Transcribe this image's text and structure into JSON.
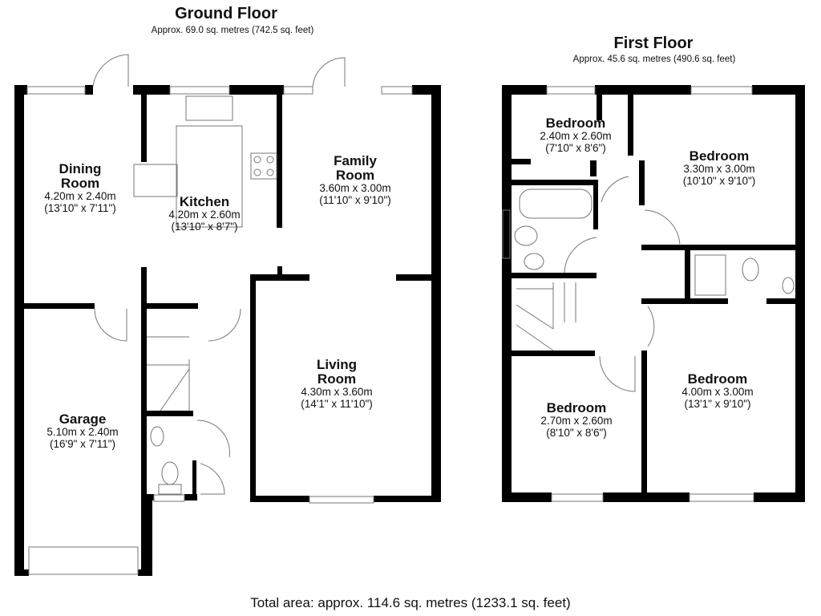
{
  "ground_floor": {
    "title": "Ground Floor",
    "area": "Approx. 69.0 sq. metres (742.5 sq. feet)",
    "rooms": [
      {
        "name_line1": "Dining",
        "name_line2": "Room",
        "metric": "4.20m x 2.40m",
        "imperial": "(13'10\" x 7'11\")"
      },
      {
        "name_line1": "Kitchen",
        "name_line2": "",
        "metric": "4.20m x 2.60m",
        "imperial": "(13'10\" x 8'7\")"
      },
      {
        "name_line1": "Family",
        "name_line2": "Room",
        "metric": "3.60m x 3.00m",
        "imperial": "(11'10\" x 9'10\")"
      },
      {
        "name_line1": "Living",
        "name_line2": "Room",
        "metric": "4.30m x 3.60m",
        "imperial": "(14'1\" x 11'10\")"
      },
      {
        "name_line1": "Garage",
        "name_line2": "",
        "metric": "5.10m x 2.40m",
        "imperial": "(16'9\" x 7'11\")"
      }
    ]
  },
  "first_floor": {
    "title": "First Floor",
    "area": "Approx. 45.6 sq. metres (490.6 sq. feet)",
    "rooms": [
      {
        "name": "Bedroom",
        "metric": "2.40m x 2.60m",
        "imperial": "(7'10\" x 8'6\")"
      },
      {
        "name": "Bedroom",
        "metric": "3.30m x 3.00m",
        "imperial": "(10'10\" x 9'10\")"
      },
      {
        "name": "Bedroom",
        "metric": "2.70m x 2.60m",
        "imperial": "(8'10\" x 8'6\")"
      },
      {
        "name": "Bedroom",
        "metric": "4.00m x 3.00m",
        "imperial": "(13'1\" x 9'10\")"
      }
    ]
  },
  "total_area": "Total area: approx. 114.6 sq. metres (1233.1 sq. feet)",
  "colors": {
    "wall": "#000000",
    "fixture": "#888888",
    "background": "#ffffff"
  }
}
